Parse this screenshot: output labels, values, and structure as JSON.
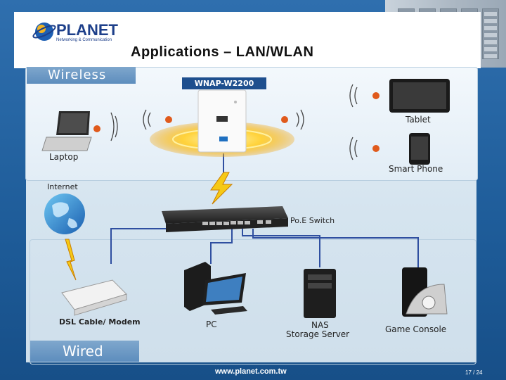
{
  "header": {
    "logo_word": "PLANET",
    "logo_tagline": "Networking & Communication",
    "title": "Applications – LAN/WLAN"
  },
  "sections": {
    "wireless": "Wireless",
    "wired": "Wired"
  },
  "devices": {
    "access_point": "WNAP-W2200",
    "laptop": "Laptop",
    "tablet": "Tablet",
    "smart_phone": "Smart Phone",
    "internet": "Internet",
    "poe_switch": "Po.E Switch",
    "modem": "DSL Cable/ Modem",
    "pc": "PC",
    "nas_line1": "NAS",
    "nas_line2": "Storage Server",
    "game_console": "Game Console"
  },
  "footer": {
    "url": "www.planet.com.tw",
    "page": "17 / 24"
  },
  "colors": {
    "background": "#1e5c99",
    "accent": "#1e4f8e",
    "tab": "#6f9bc6",
    "signal": "#e05a1c",
    "link_line": "#2f4fa0"
  }
}
